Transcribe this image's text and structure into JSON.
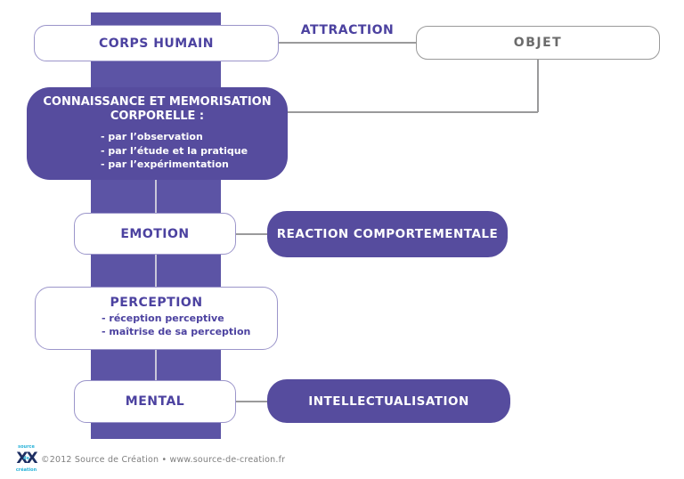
{
  "colors": {
    "band_purple": "#5c54a5",
    "box_purple": "#564c9e",
    "text_purple": "#4c42a0",
    "light_purple_border": "#9b95ca",
    "gray_line": "#9a9a9b",
    "gray_text": "#6b6b6b",
    "light_connector": "#c9c7da",
    "logo_navy": "#1d2f63",
    "logo_cyan": "#27b2d8"
  },
  "nodes": {
    "corps_humain": {
      "label": "CORPS HUMAIN"
    },
    "attraction": {
      "label": "ATTRACTION"
    },
    "objet": {
      "label": "OBJET"
    },
    "connaissance": {
      "title_line1": "CONNAISSANCE ET MEMORISATION",
      "title_line2": "CORPORELLE :",
      "bullets": [
        "- par l’observation",
        "- par l’étude et la pratique",
        "- par l’expérimentation"
      ]
    },
    "emotion": {
      "label": "EMOTION"
    },
    "reaction": {
      "label": "REACTION COMPORTEMENTALE"
    },
    "perception": {
      "title": "PERCEPTION",
      "bullets": [
        "- réception perceptive",
        "- maîtrise de sa perception"
      ]
    },
    "mental": {
      "label": "MENTAL"
    },
    "intellectualisation": {
      "label": "INTELLECTUALISATION"
    }
  },
  "footer": {
    "copyright": "©2012 Source de Création • www.source-de-creation.fr",
    "logo": {
      "mark": "XX",
      "word_top": "source",
      "word_middle": "de",
      "word_bottom": "création"
    }
  }
}
